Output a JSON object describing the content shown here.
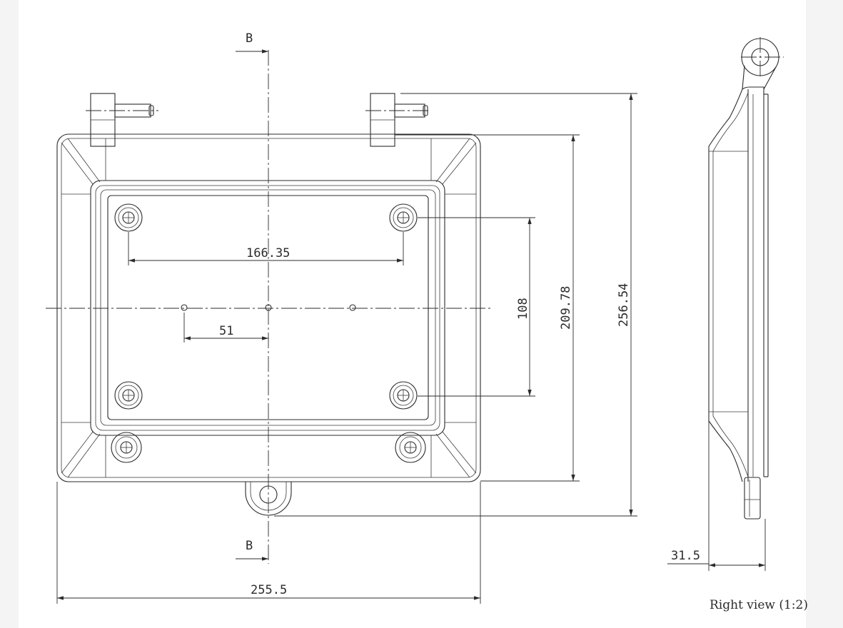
{
  "section_marks": {
    "top": "B",
    "bottom": "B"
  },
  "dimensions": {
    "hole_span_horizontal": "166.35",
    "hole_offset_horizontal": "51",
    "hole_span_vertical": "108",
    "body_height": "209.78",
    "overall_height": "256.54",
    "overall_width": "255.5",
    "side_depth": "31.5"
  },
  "view_caption": "Right view (1:2)"
}
